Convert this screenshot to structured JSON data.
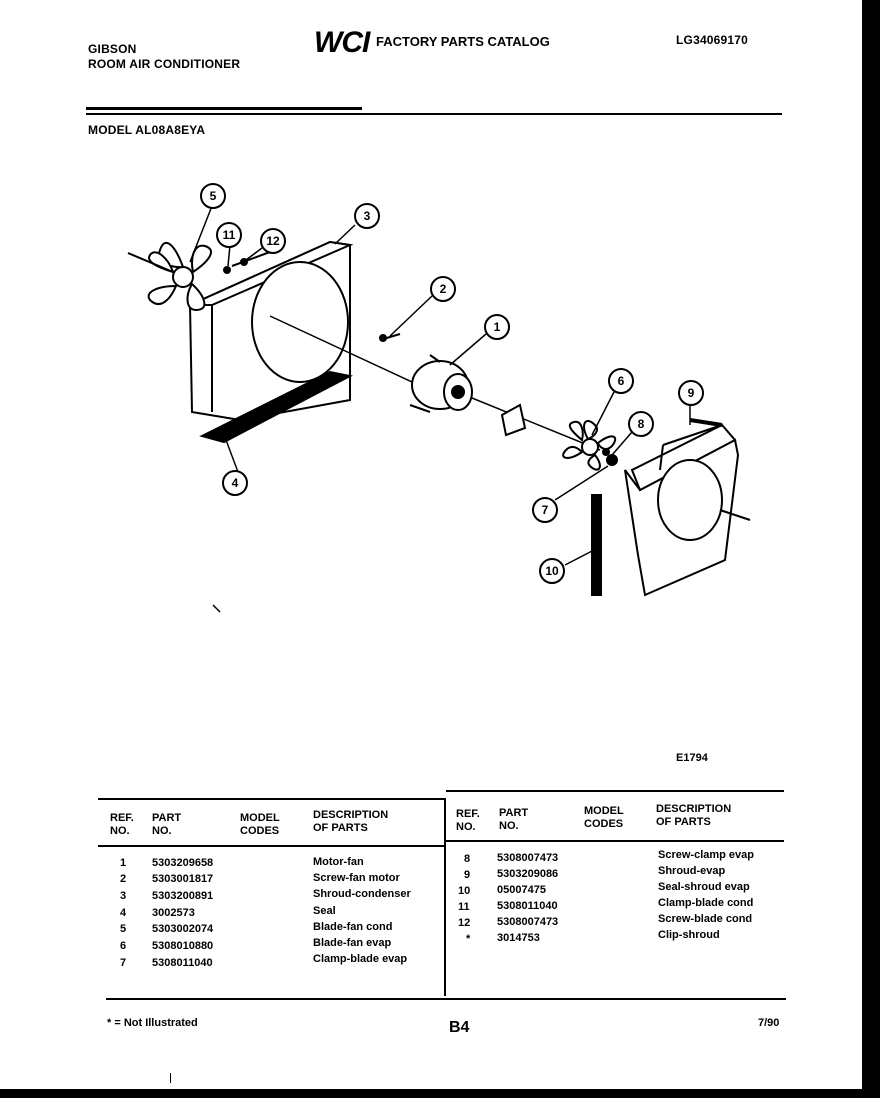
{
  "header": {
    "brand": "GIBSON",
    "product": "ROOM AIR CONDITIONER",
    "logo": "WCI",
    "catalog_title": "FACTORY PARTS CATALOG",
    "catalog_number": "LG34069170",
    "model": "MODEL AL08A8EYA"
  },
  "diagram": {
    "callouts": [
      "1",
      "2",
      "3",
      "4",
      "5",
      "6",
      "7",
      "8",
      "9",
      "10",
      "11",
      "12"
    ],
    "figure_code": "E1794"
  },
  "table": {
    "headers": {
      "ref_no": "REF. NO.",
      "part_no": "PART NO.",
      "model_codes": "MODEL CODES",
      "description": "DESCRIPTION OF PARTS"
    },
    "left_rows": [
      {
        "ref": "1",
        "part": "5303209658",
        "desc": "Motor-fan"
      },
      {
        "ref": "2",
        "part": "5303001817",
        "desc": "Screw-fan motor"
      },
      {
        "ref": "3",
        "part": "5303200891",
        "desc": "Shroud-condenser"
      },
      {
        "ref": "4",
        "part": "3002573",
        "desc": "Seal"
      },
      {
        "ref": "5",
        "part": "5303002074",
        "desc": "Blade-fan cond"
      },
      {
        "ref": "6",
        "part": "5308010880",
        "desc": "Blade-fan evap"
      },
      {
        "ref": "7",
        "part": "5308011040",
        "desc": "Clamp-blade evap"
      }
    ],
    "right_rows": [
      {
        "ref": "8",
        "part": "5308007473",
        "desc": "Screw-clamp evap"
      },
      {
        "ref": "9",
        "part": "5303209086",
        "desc": "Shroud-evap"
      },
      {
        "ref": "10",
        "part": "05007475",
        "desc": "Seal-shroud evap"
      },
      {
        "ref": "11",
        "part": "5308011040",
        "desc": "Clamp-blade cond"
      },
      {
        "ref": "12",
        "part": "5308007473",
        "desc": "Screw-blade cond"
      },
      {
        "ref": "*",
        "part": "3014753",
        "desc": "Clip-shroud"
      }
    ]
  },
  "footer": {
    "note": "* = Not Illustrated",
    "page": "B4",
    "date": "7/90"
  }
}
